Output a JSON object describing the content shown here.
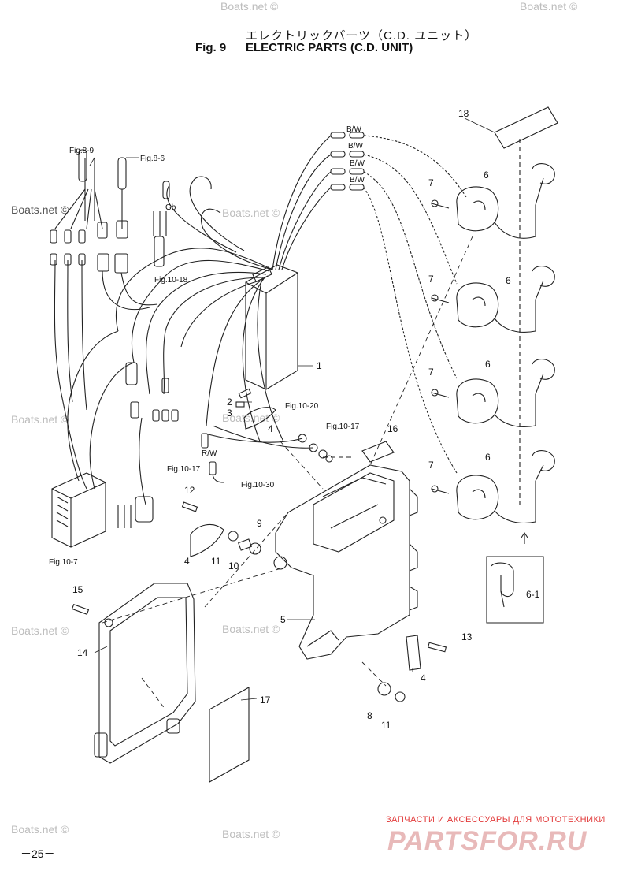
{
  "header": {
    "title_jp": "エレクトリックパーツ（C.D. ユニット）",
    "fig_label": "Fig. 9",
    "title_en": "ELECTRIC PARTS (C.D. UNIT)"
  },
  "watermarks": [
    "Boats.net ©",
    "Boats.net ©",
    "Boats.net ©",
    "Boats.net ©",
    "Boats.net ©",
    "Boats.net ©",
    "Boats.net ©",
    "Boats.net ©",
    "Boats.net ©",
    "Boats.net ©"
  ],
  "wire_labels": [
    "B/W",
    "B/W",
    "B/W",
    "B/W",
    "R/W",
    "Gb"
  ],
  "references": [
    "Fig.8-9",
    "Fig.8-6",
    "Fig.10-18",
    "Fig.10-20",
    "Fig.10-17",
    "Fig.10-17",
    "Fig.10-30",
    "Fig.10-7"
  ],
  "callouts": [
    "1",
    "2",
    "3",
    "4",
    "4",
    "4",
    "5",
    "6",
    "6",
    "6",
    "6",
    "6-1",
    "7",
    "7",
    "7",
    "7",
    "8",
    "9",
    "10",
    "11",
    "11",
    "12",
    "13",
    "14",
    "15",
    "16",
    "17",
    "18"
  ],
  "footer": {
    "page": "－25－",
    "promo": "ЗАПЧАСТИ И АКСЕССУАРЫ ДЛЯ МОТОТЕХНИКИ",
    "brand": "PARTSFOR.RU"
  }
}
